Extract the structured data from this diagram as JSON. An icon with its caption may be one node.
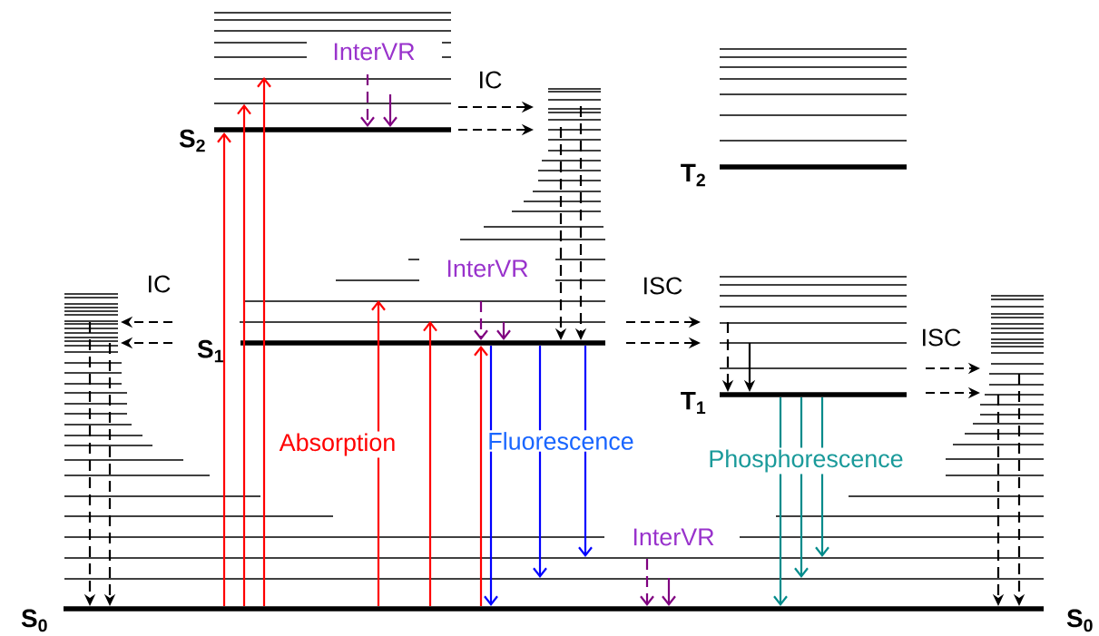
{
  "diagram": {
    "nodes": [
      {
        "text": [],
        "shape": "bar",
        "beside": [
          "S$_{2}$"
        ]
      },
      {
        "text": [],
        "shape": "bar",
        "beside": [
          "T$_{2}$"
        ]
      },
      {
        "text": [],
        "shape": "bar",
        "beside": [
          "S$_{1}$"
        ]
      },
      {
        "text": [],
        "shape": "bar",
        "beside": [
          "T$_{1}$"
        ]
      },
      {
        "text": [],
        "shape": "bar",
        "beside": [
          "S$_{0}$",
          "S$_{0}$"
        ]
      }
    ],
    "edges": [
      {
        "from": 4,
        "to": 0,
        "arrow": "to",
        "color": "#ff0000"
      },
      {
        "from": 4,
        "to": 0,
        "arrow": "to",
        "color": "#ff0000"
      },
      {
        "from": 4,
        "to": null,
        "arrow": "to",
        "color": "#ff0000"
      },
      {
        "from": 4,
        "to": null,
        "arrow": "to",
        "color": "#ff0000"
      },
      {
        "from": 4,
        "to": 2,
        "arrow": "to",
        "color": "#ff0000"
      },
      {
        "from": 4,
        "to": 2,
        "arrow": "to",
        "color": "#ff0000"
      },
      {
        "from": 2,
        "to": 4,
        "arrow": "to",
        "color": "#0000ff"
      },
      {
        "from": 2,
        "to": null,
        "arrow": "to",
        "color": "#0000ff"
      },
      {
        "from": 2,
        "to": null,
        "arrow": "to",
        "color": "#0000ff"
      },
      {
        "from": 3,
        "to": 4,
        "arrow": "to",
        "color": "#008b8b"
      },
      {
        "from": 3,
        "to": null,
        "arrow": "to",
        "color": "#008b8b"
      },
      {
        "from": 3,
        "to": null,
        "arrow": "to",
        "color": "#008b8b"
      },
      {
        "from": null,
        "to": 0,
        "arrow": "to",
        "style": "dashed",
        "color": "#800080"
      },
      {
        "from": null,
        "to": 0,
        "arrow": "to",
        "color": "#800080"
      },
      {
        "from": null,
        "to": 2,
        "arrow": "to",
        "style": "dashed",
        "color": "#800080"
      },
      {
        "from": null,
        "to": 2,
        "arrow": "to",
        "color": "#800080"
      },
      {
        "from": null,
        "to": 4,
        "arrow": "to",
        "style": "dashed",
        "color": "#800080"
      },
      {
        "from": null,
        "to": 4,
        "arrow": "to",
        "color": "#800080"
      },
      {
        "from": null,
        "to": 2,
        "arrow": "to",
        "style": "dashed"
      },
      {
        "from": null,
        "to": 2,
        "arrow": "to",
        "style": "dashed"
      },
      {
        "from": null,
        "to": 4,
        "arrow": "to",
        "style": "dashed"
      },
      {
        "from": null,
        "to": 4,
        "arrow": "to",
        "style": "dashed"
      },
      {
        "from": null,
        "to": 3,
        "arrow": "to",
        "style": "dashed"
      },
      {
        "from": null,
        "to": 3,
        "arrow": "to"
      },
      {
        "from": null,
        "to": 4,
        "arrow": "to",
        "style": "dashed"
      },
      {
        "from": null,
        "to": 4,
        "arrow": "to",
        "style": "dashed"
      }
    ],
    "labels": [
      "InterVR",
      "IC",
      "InterVR",
      "IC",
      "ISC",
      "ISC",
      "Fluorescence",
      "Absorption",
      "Phosphorescence",
      "InterVR"
    ]
  }
}
